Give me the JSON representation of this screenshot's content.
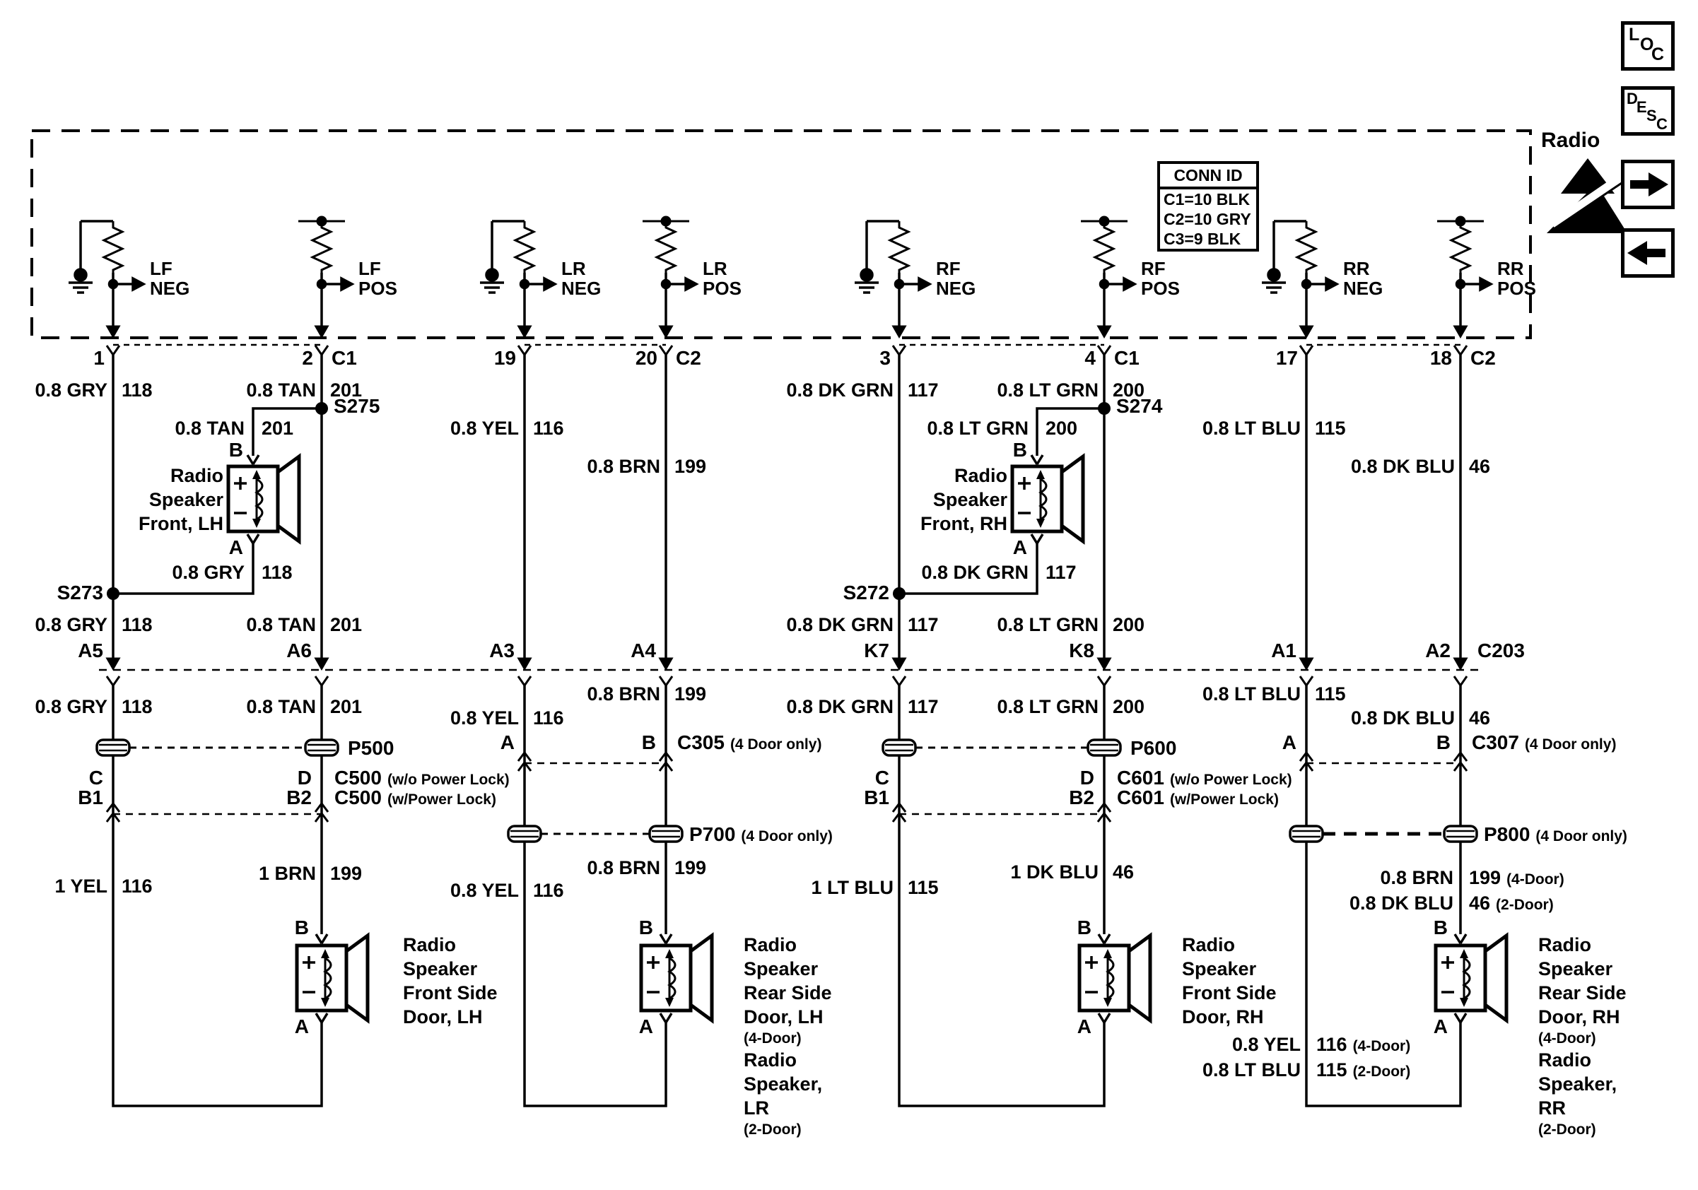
{
  "header": {
    "radio": "Radio"
  },
  "buttons": {
    "loc": [
      "L",
      "O",
      "C"
    ],
    "desc": [
      "D",
      "E",
      "S",
      "C"
    ]
  },
  "conn_id": {
    "title": "CONN ID",
    "rows": [
      "C1=10 BLK",
      "C2=10 GRY",
      "C3=9 BLK"
    ]
  },
  "channels": [
    {
      "side": "LF",
      "pol": "NEG"
    },
    {
      "side": "LF",
      "pol": "POS"
    },
    {
      "side": "LR",
      "pol": "NEG"
    },
    {
      "side": "LR",
      "pol": "POS"
    },
    {
      "side": "RF",
      "pol": "NEG"
    },
    {
      "side": "RF",
      "pol": "POS"
    },
    {
      "side": "RR",
      "pol": "NEG"
    },
    {
      "side": "RR",
      "pol": "POS"
    }
  ],
  "pins": {
    "p1": "1",
    "p2": "2",
    "p3": "3",
    "p4": "4",
    "p17": "17",
    "p18": "18",
    "p19": "19",
    "p20": "20",
    "c1": "C1",
    "c2": "C2"
  },
  "wire": {
    "gry": "0.8 GRY",
    "tan": "0.8 TAN",
    "dkgrn": "0.8 DK GRN",
    "ltgrn": "0.8 LT GRN",
    "yel": "0.8 YEL",
    "brn": "0.8 BRN",
    "ltblu": "0.8 LT BLU",
    "dkblu": "0.8 DK BLU",
    "yel1": "1 YEL",
    "brn1": "1 BRN",
    "ltblu1": "1 LT BLU",
    "dkblu1": "1 DK BLU"
  },
  "ckt": {
    "c118": "118",
    "c201": "201",
    "c116": "116",
    "c199": "199",
    "c117": "117",
    "c200": "200",
    "c115": "115",
    "c46": "46"
  },
  "splices": {
    "s272": "S272",
    "s273": "S273",
    "s274": "S274",
    "s275": "S275"
  },
  "conn": {
    "a5": "A5",
    "a6": "A6",
    "a3": "A3",
    "a4": "A4",
    "k7": "K7",
    "k8": "K8",
    "a1": "A1",
    "a2": "A2",
    "c203": "C203",
    "a": "A",
    "b": "B",
    "c": "C",
    "d": "D",
    "b1": "B1",
    "b2": "B2",
    "p500": "P500",
    "p600": "P600",
    "p700": "P700",
    "p800": "P800",
    "c305": "C305",
    "c307": "C307",
    "c500": "C500",
    "c601": "C601",
    "wo_lock": "(w/o Power Lock)",
    "w_lock": "(w/Power Lock)",
    "four_door": "(4 Door only)"
  },
  "variants": {
    "d4": "(4-Door)",
    "d2": "(2-Door)"
  },
  "speakers": {
    "term_a": "A",
    "term_b": "B",
    "front_lh": [
      "Radio",
      "Speaker",
      "Front, LH"
    ],
    "front_rh": [
      "Radio",
      "Speaker",
      "Front, RH"
    ],
    "door_front_lh": [
      "Radio",
      "Speaker",
      "Front Side",
      "Door, LH"
    ],
    "door_rear_lh": [
      "Radio",
      "Speaker",
      "Rear Side",
      "Door, LH"
    ],
    "spk_lr": [
      "Radio",
      "Speaker,",
      "LR"
    ],
    "door_front_rh": [
      "Radio",
      "Speaker",
      "Front Side",
      "Door, RH"
    ],
    "door_rear_rh": [
      "Radio",
      "Speaker",
      "Rear Side",
      "Door, RH"
    ],
    "spk_rr": [
      "Radio",
      "Speaker,",
      "RR"
    ]
  }
}
